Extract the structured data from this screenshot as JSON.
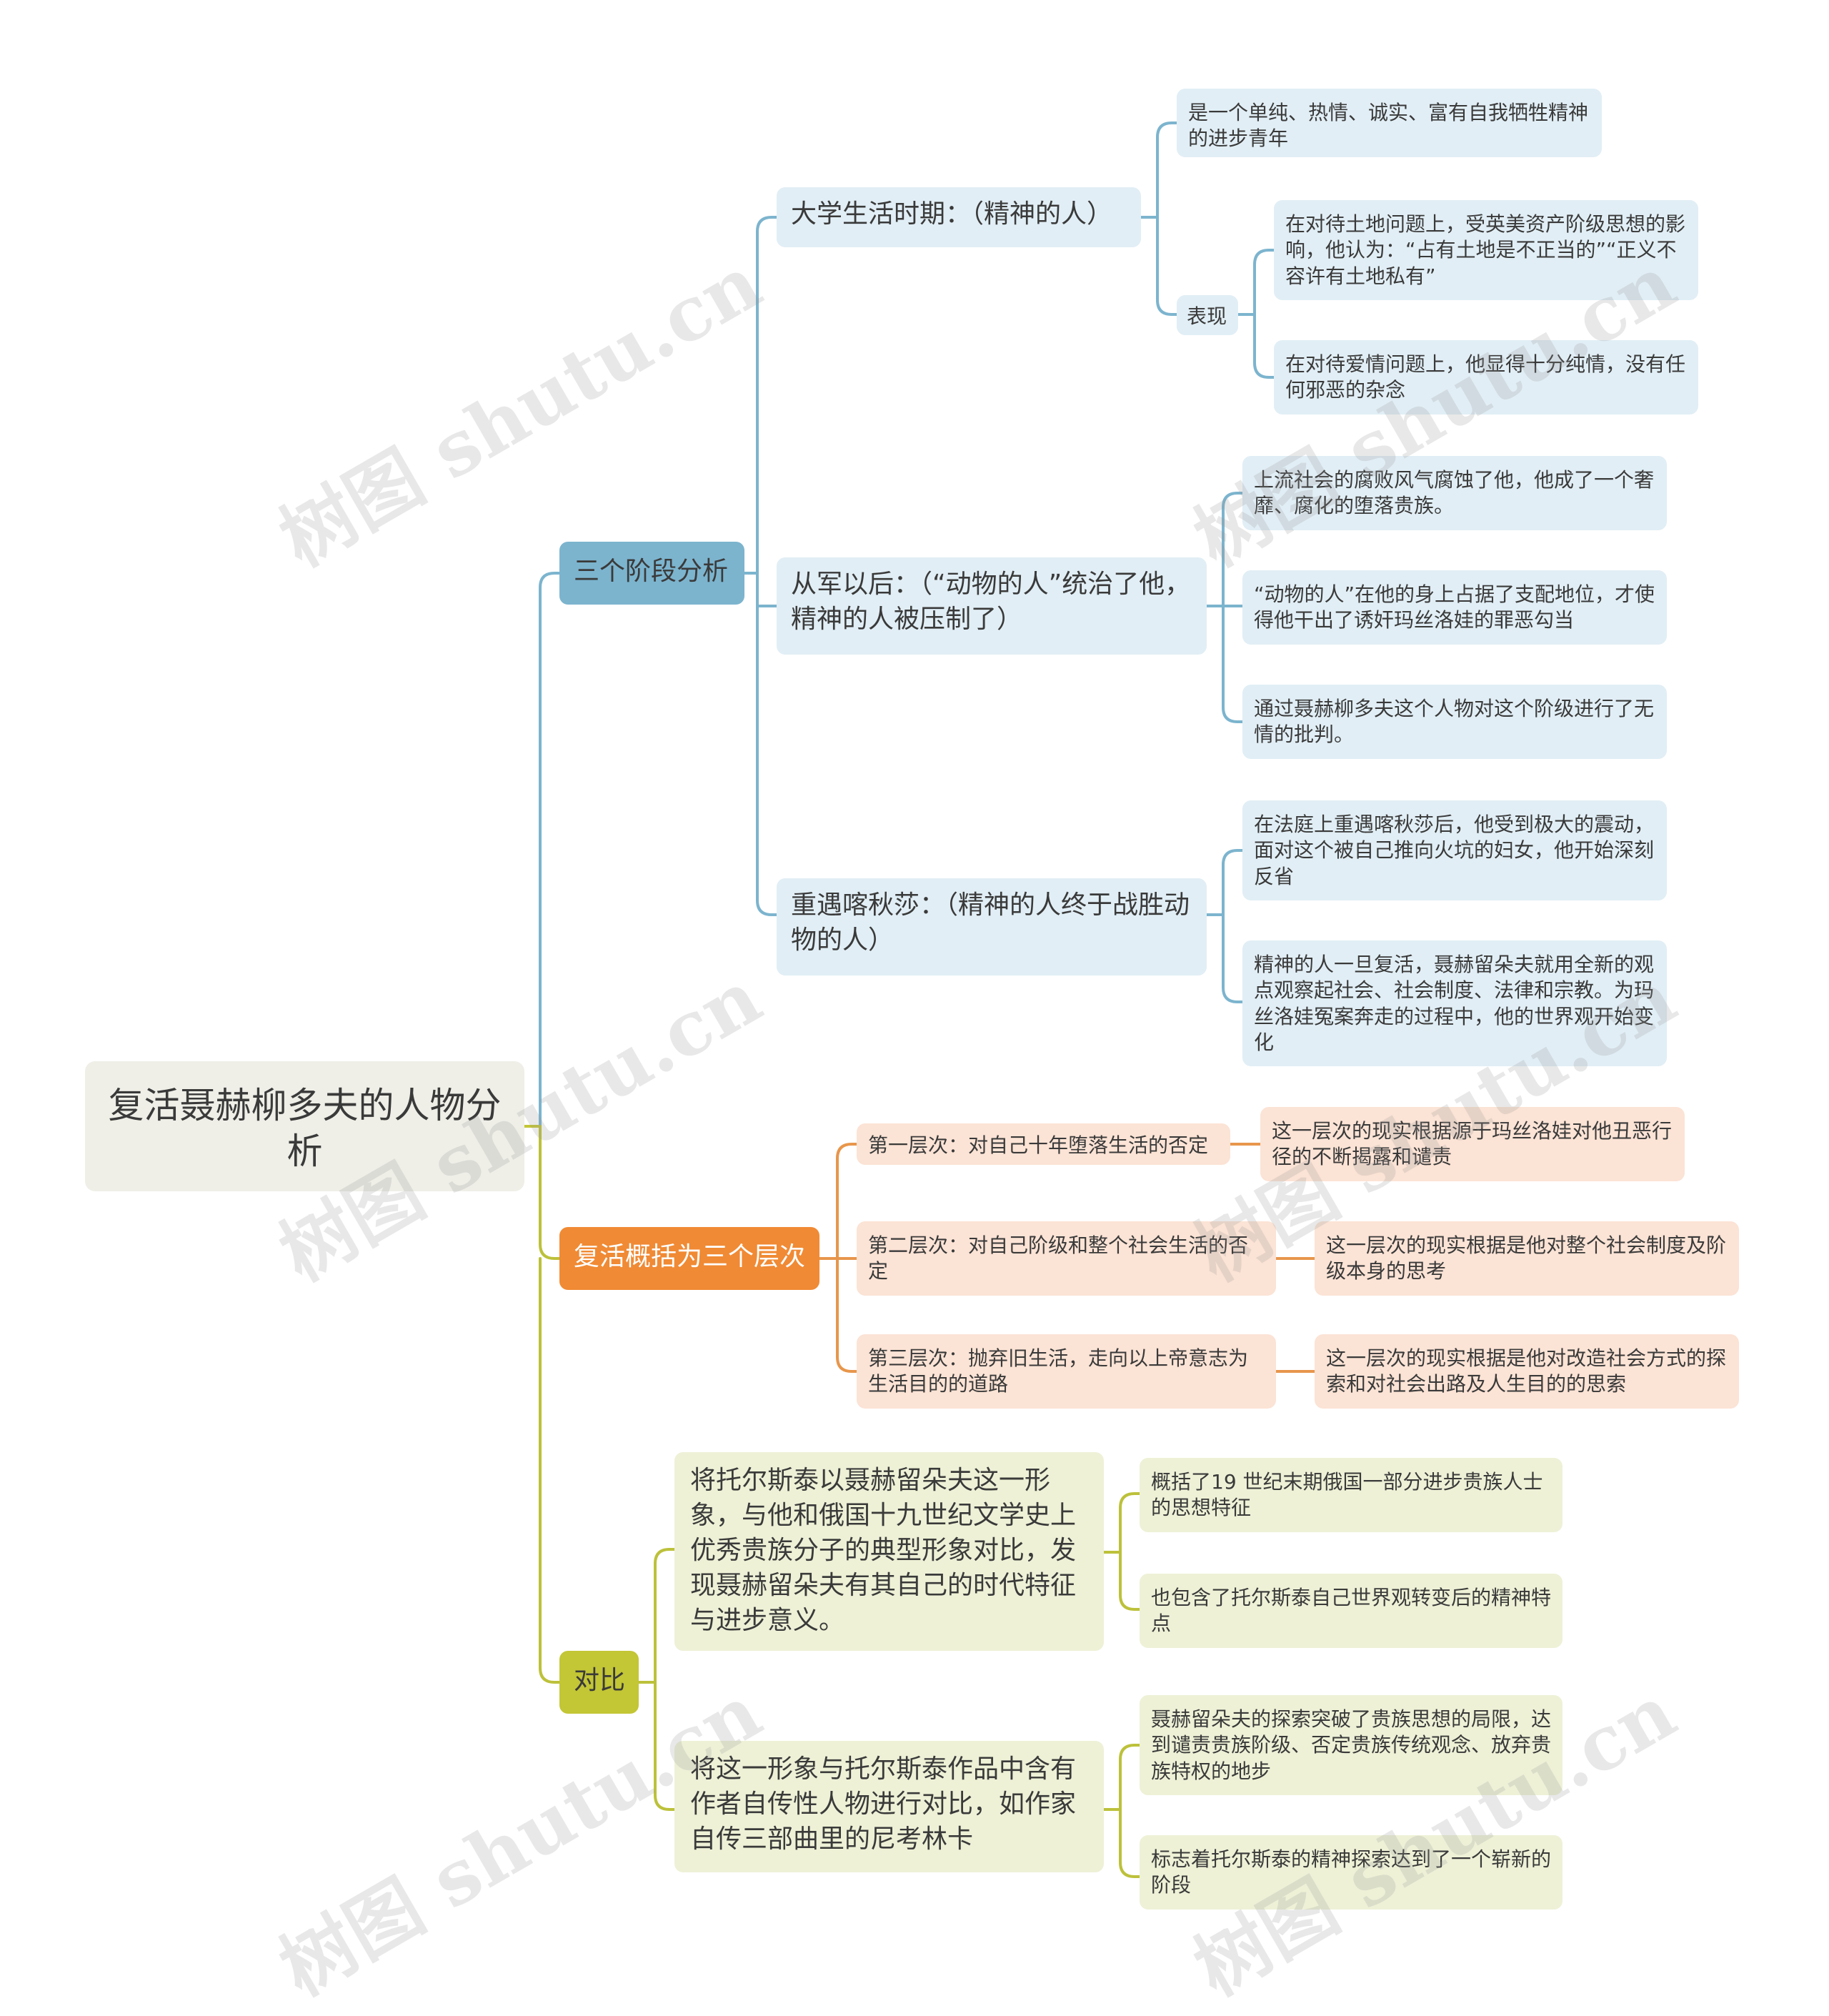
{
  "title": "复活聂赫柳多夫的人物分析",
  "branches": [
    {
      "label": "三个阶段分析",
      "color": "#7cb4ce",
      "children": [
        {
          "label": "大学生活时期：（精神的人）",
          "children": [
            {
              "label": "是一个单纯、热情、诚实、富有自我牺牲精神的进步青年"
            },
            {
              "label": "表现",
              "children": [
                {
                  "label": "在对待土地问题上，受英美资产阶级思想的影响，他认为：“占有土地是不正当的”“正义不容许有土地私有”"
                },
                {
                  "label": "在对待爱情问题上，他显得十分纯情，没有任何邪恶的杂念"
                }
              ]
            }
          ]
        },
        {
          "label": "从军以后：（“动物的人”统治了他，精神的人被压制了）",
          "children": [
            {
              "label": "上流社会的腐败风气腐蚀了他，他成了一个奢靡、腐化的堕落贵族。"
            },
            {
              "label": "“动物的人”在他的身上占据了支配地位，才使得他干出了诱奸玛丝洛娃的罪恶勾当"
            },
            {
              "label": "通过聂赫柳多夫这个人物对这个阶级进行了无情的批判。"
            }
          ]
        },
        {
          "label": "重遇喀秋莎：（精神的人终于战胜动物的人）",
          "children": [
            {
              "label": "在法庭上重遇喀秋莎后，他受到极大的震动，面对这个被自己推向火坑的妇女，他开始深刻反省"
            },
            {
              "label": "精神的人一旦复活，聂赫留朵夫就用全新的观点观察起社会、社会制度、法律和宗教。为玛丝洛娃冤案奔走的过程中，他的世界观开始变化"
            }
          ]
        }
      ]
    },
    {
      "label": "复活概括为三个层次",
      "color": "#f08a34",
      "children": [
        {
          "label": "第一层次：对自己十年堕落生活的否定",
          "children": [
            {
              "label": "这一层次的现实根据源于玛丝洛娃对他丑恶行径的不断揭露和谴责"
            }
          ]
        },
        {
          "label": "第二层次：对自己阶级和整个社会生活的否定",
          "children": [
            {
              "label": "这一层次的现实根据是他对整个社会制度及阶级本身的思考"
            }
          ]
        },
        {
          "label": "第三层次：抛弃旧生活，走向以上帝意志为生活目的的道路",
          "children": [
            {
              "label": "这一层次的现实根据是他对改造社会方式的探索和对社会出路及人生目的的思索"
            }
          ]
        }
      ]
    },
    {
      "label": "对比",
      "color": "#c3c635",
      "children": [
        {
          "label": "将托尔斯泰以聂赫留朵夫这一形象，与他和俄国十九世纪文学史上优秀贵族分子的典型形象对比，发现聂赫留朵夫有其自己的时代特征与进步意义。",
          "children": [
            {
              "label": "概括了19 世纪末期俄国一部分进步贵族人士的思想特征"
            },
            {
              "label": "也包含了托尔斯泰自己世界观转变后的精神特点"
            }
          ]
        },
        {
          "label": "将这一形象与托尔斯泰作品中含有作者自传性人物进行对比，如作家自传三部曲里的尼考林卡",
          "children": [
            {
              "label": "聂赫留朵夫的探索突破了贵族思想的局限，达到谴责贵族阶级、否定贵族传统观念、放弃贵族特权的地步"
            },
            {
              "label": "标志着托尔斯泰的精神探索达到了一个崭新的阶段"
            }
          ]
        }
      ]
    }
  ],
  "watermark": "树图 shutu.cn",
  "colors": {
    "link_blue": "#7cb4ce",
    "link_orange": "#e8964c",
    "link_green": "#bcc13a",
    "root_link": "#c3c635"
  }
}
